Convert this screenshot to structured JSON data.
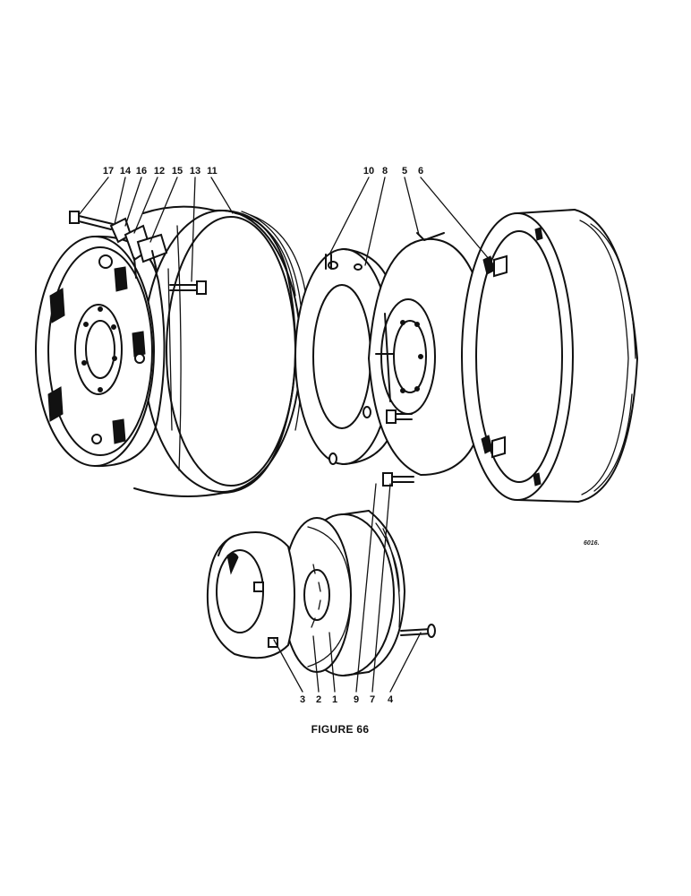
{
  "figure": {
    "caption": "FIGURE 66",
    "code": "6016."
  },
  "callouts": {
    "top_left": [
      "17",
      "14",
      "16",
      "12",
      "15",
      "13",
      "11"
    ],
    "top_right": [
      "10",
      "8",
      "5",
      "6"
    ],
    "bottom": [
      "3",
      "2",
      "1",
      "9",
      "7",
      "4"
    ]
  }
}
